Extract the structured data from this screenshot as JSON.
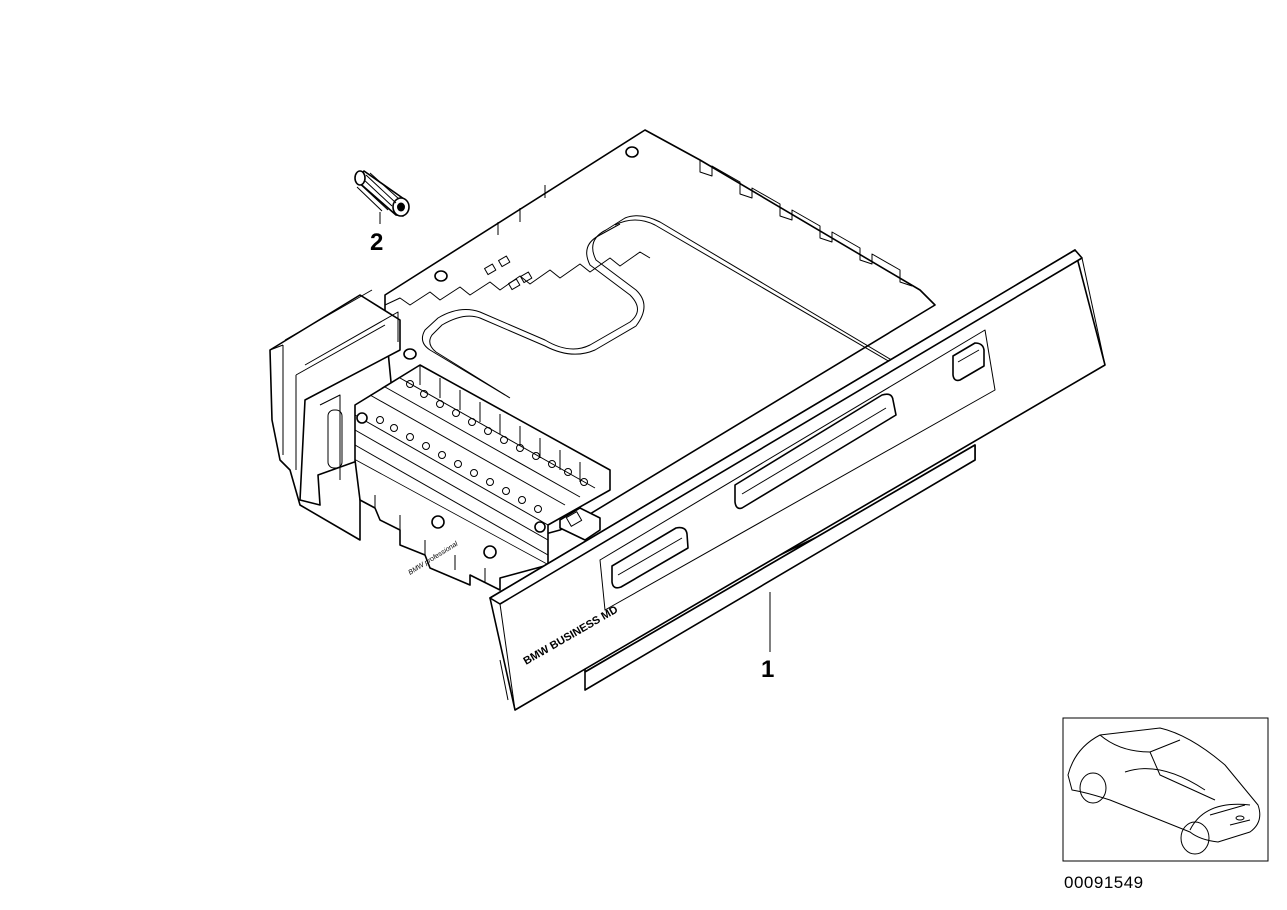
{
  "diagram": {
    "callouts": [
      {
        "id": "1",
        "label": "1"
      },
      {
        "id": "2",
        "label": "2"
      }
    ],
    "faceplate_text": "BMW BUSINESS MD",
    "side_label": "BMW professional",
    "document_number": "00091549",
    "thumbnail_icon": "car-silhouette-icon",
    "colors": {
      "ink": "#000000",
      "paper": "#ffffff"
    }
  }
}
